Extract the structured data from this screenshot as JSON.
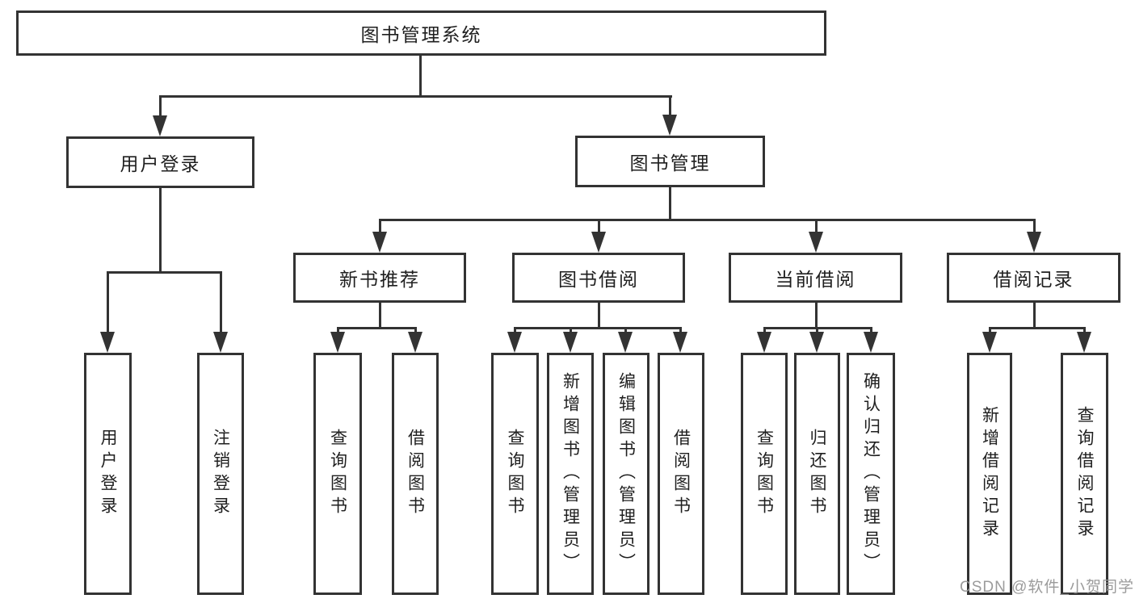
{
  "meta": {
    "background_color": "#ffffff",
    "line_color": "#333333",
    "text_color": "#1f1f1f",
    "watermark_color": "#969696"
  },
  "watermark": {
    "text": "CSDN @软件_小贺同学"
  },
  "tree": {
    "root": {
      "label": "图书管理系统"
    },
    "level2": [
      {
        "label": "用户登录"
      },
      {
        "label": "图书管理"
      }
    ],
    "level3": [
      {
        "label": "新书推荐"
      },
      {
        "label": "图书借阅"
      },
      {
        "label": "当前借阅"
      },
      {
        "label": "借阅记录"
      }
    ],
    "leaves": {
      "user": [
        {
          "label": "用户登录"
        },
        {
          "label": "注销登录"
        }
      ],
      "newbook": [
        {
          "label": "查询图书"
        },
        {
          "label": "借阅图书"
        }
      ],
      "borrow": [
        {
          "label": "查询图书"
        },
        {
          "label": "新增图书（管理员）"
        },
        {
          "label": "编辑图书（管理员）"
        },
        {
          "label": "借阅图书"
        }
      ],
      "current": [
        {
          "label": "查询图书"
        },
        {
          "label": "归还图书"
        },
        {
          "label": "确认归还（管理员）"
        }
      ],
      "records": [
        {
          "label": "新增借阅记录"
        },
        {
          "label": "查询借阅记录"
        }
      ]
    }
  }
}
